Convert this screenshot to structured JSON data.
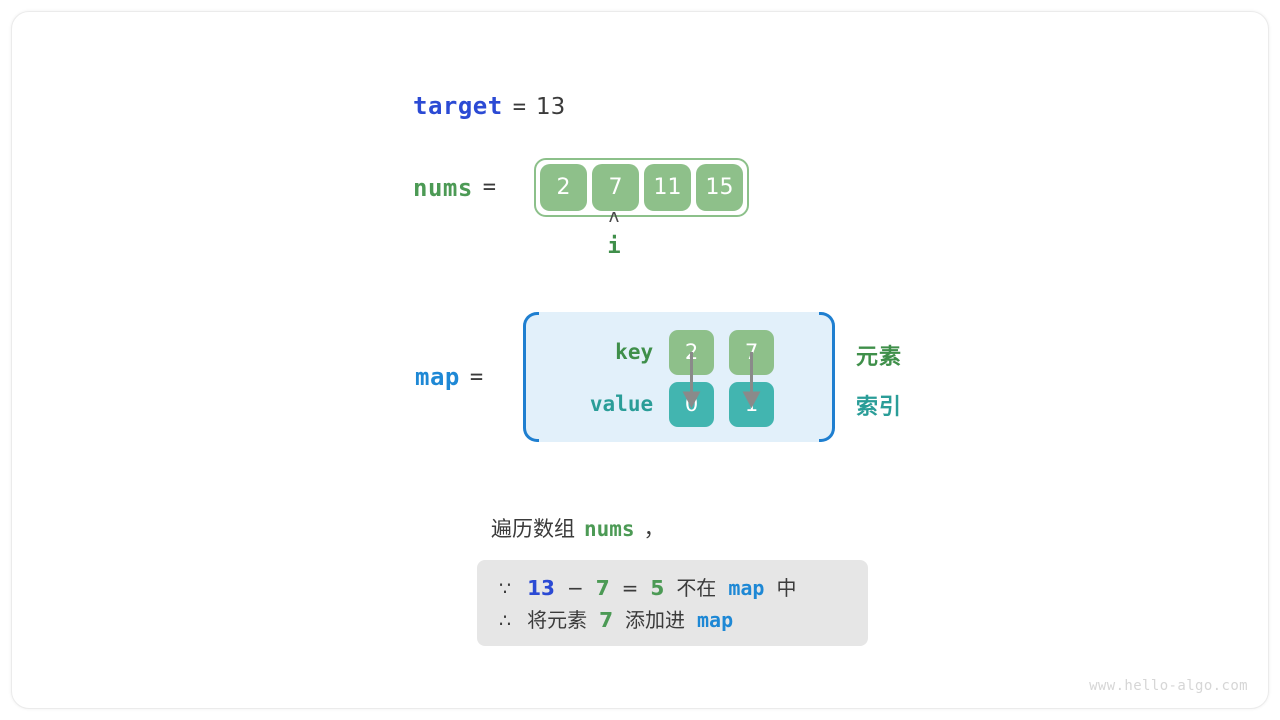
{
  "variables": {
    "target": {
      "name": "target",
      "equals": "=",
      "value": "13"
    },
    "nums": {
      "name": "nums",
      "equals": "=",
      "cells": [
        "2",
        "7",
        "11",
        "15"
      ]
    },
    "map": {
      "name": "map",
      "equals": "="
    }
  },
  "pointer": {
    "caret": "ʌ",
    "label": "i"
  },
  "map_table": {
    "key_label": "key",
    "value_label": "value",
    "keys": [
      "2",
      "7"
    ],
    "values": [
      "0",
      "1"
    ]
  },
  "side_labels": {
    "element": "元素",
    "index": "索引"
  },
  "caption": {
    "prefix": "遍历数组",
    "keyword": "nums",
    "suffix": "，"
  },
  "note": {
    "line1": {
      "symbol": "∵",
      "a": "13",
      "minus": "−",
      "b": "7",
      "eq": "=",
      "result": "5",
      "text1": "不在",
      "map": "map",
      "text2": "中"
    },
    "line2": {
      "symbol": "∴",
      "text1": "将元素",
      "value": "7",
      "text2": "添加进",
      "map": "map"
    }
  },
  "watermark": "www.hello-algo.com",
  "colors": {
    "blue": "#2b4ad4",
    "map_blue": "#1e88d5",
    "green": "#4c9a55",
    "cell_green": "#8ec08a",
    "teal": "#42b5b0",
    "map_bg": "#e2f0fa",
    "note_bg": "#e6e6e6"
  }
}
